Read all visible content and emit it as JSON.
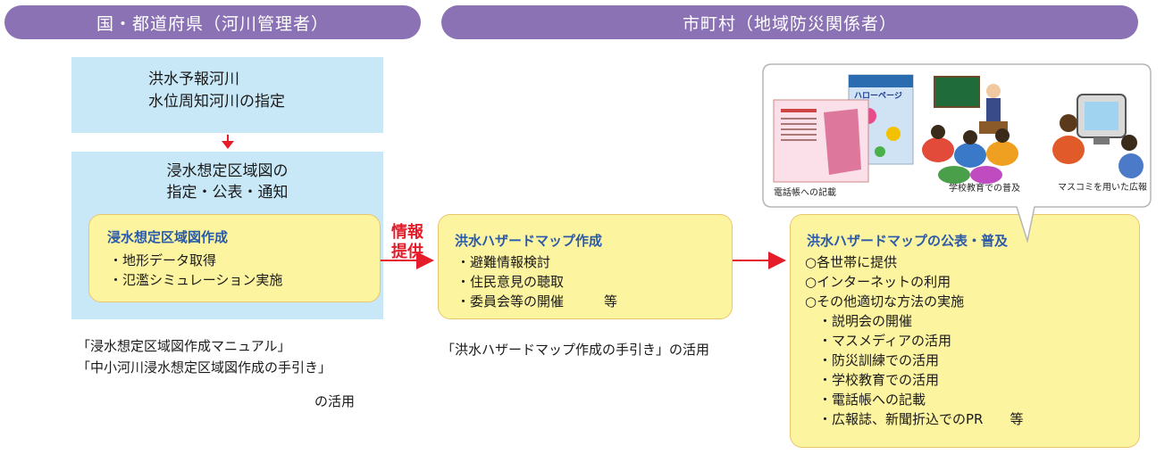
{
  "headers": {
    "left": "国・都道府県（河川管理者）",
    "right": "市町村（地域防災関係者）"
  },
  "designation": {
    "line1": "洪水予報河川",
    "line2": "水位周知河川の指定"
  },
  "inundation": {
    "line1": "浸水想定区域図の",
    "line2": "指定・公表・通知",
    "box_title": "浸水想定区域図作成",
    "items": [
      "・地形データ取得",
      "・氾濫シミュレーション実施"
    ]
  },
  "info_label": {
    "line1": "情報",
    "line2": "提供"
  },
  "hazard_creation": {
    "title": "洪水ハザードマップ作成",
    "items": [
      "・避難情報検討",
      "・住民意見の聴取",
      "・委員会等の開催　　　等"
    ]
  },
  "hazard_publish": {
    "title": "洪水ハザードマップの公表・普及",
    "items": [
      "○各世帯に提供",
      "○インターネットの利用",
      "○その他適切な方法の実施",
      "　・説明会の開催",
      "　・マスメディアの活用",
      "　・防災訓練での活用",
      "　・学校教育での活用",
      "　・電話帳への記載",
      "　・広報誌、新聞折込でのPR　　等"
    ]
  },
  "left_notes": {
    "line1": "「浸水想定区域図作成マニュアル」",
    "line2": "「中小河川浸水想定区域図作成の手引き」",
    "line3": "の活用"
  },
  "middle_note": "「洪水ハザードマップ作成の手引き」の活用",
  "illustration": {
    "caption_phonebook": "電話帳への記載",
    "caption_school": "学校教育での普及",
    "caption_media": "マスコミを用いた広報",
    "booklet_cover": "ハローページ"
  },
  "colors": {
    "header": "#8b72b4",
    "blue_box": "#c8e8f8",
    "yellow_box": "#fdf4a0",
    "title_blue": "#2a5aa8",
    "arrow_red": "#e51d2a"
  }
}
